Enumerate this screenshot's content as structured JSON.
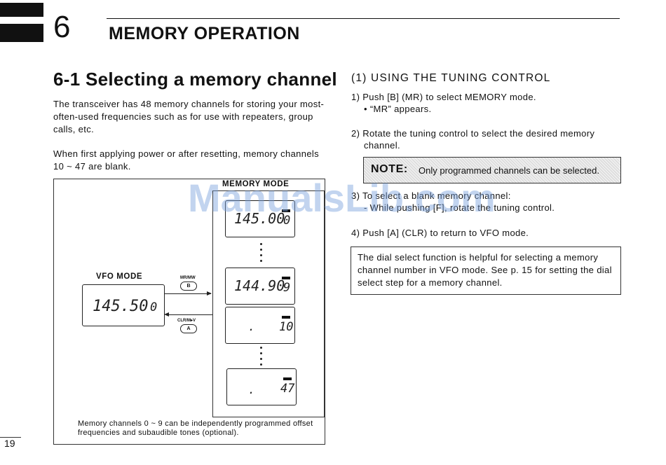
{
  "chapter": {
    "number": "6",
    "title": "MEMORY OPERATION"
  },
  "section": {
    "title": "6-1 Selecting a memory channel",
    "para1": "The transceiver has 48 memory channels for storing your most-often-used frequencies such as for use with repeaters, group calls, etc.",
    "para2": "When first applying power or after resetting, memory channels 10 ~ 47 are blank."
  },
  "diagram": {
    "memory_mode_label": "MEMORY MODE",
    "vfo_mode_label": "VFO MODE",
    "vfo_display": {
      "freq": "145.50",
      "ch": "0"
    },
    "btn_b_label": "MR/MW",
    "btn_b": "B",
    "btn_a_label": "CLR/M▸V",
    "btn_a": "A",
    "mem_displays": [
      {
        "freq": "145.00",
        "ch": "0"
      },
      {
        "freq": "144.90",
        "ch": "9"
      },
      {
        "freq": ".",
        "ch": "10"
      },
      {
        "freq": ".",
        "ch": "47"
      }
    ],
    "caption": "Memory channels 0 ~ 9 can be independently programmed offset frequencies and subaudible tones (optional)."
  },
  "right": {
    "subtitle": "(1) USING THE TUNING CONTROL",
    "step1": "1) Push [B] (MR) to select MEMORY mode.",
    "step1_bullet": "• “MR” appears.",
    "step2": "2) Rotate the tuning control to select the desired memory",
    "step2b": "channel.",
    "note_label": "NOTE:",
    "note_text": "Only programmed channels can be selected.",
    "step3": "3) To select a blank memory channel:",
    "step3b": "- While pushing [F], rotate the tuning control.",
    "step4": "4) Push [A] (CLR) to return to VFO mode.",
    "info": "The dial select function is helpful for selecting a memory channel number in VFO mode. See p. 15 for setting the dial select step for a memory channel."
  },
  "watermark": "ManualsLib.com",
  "page_number": "19"
}
